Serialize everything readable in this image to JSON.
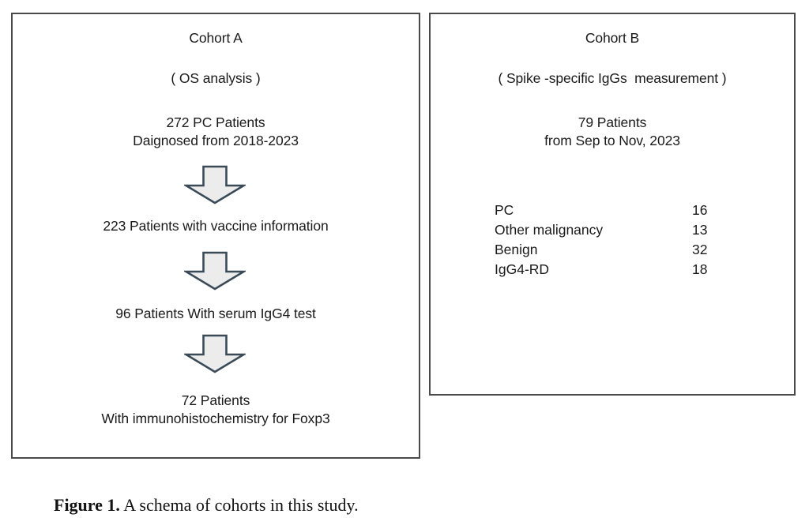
{
  "figure": {
    "caption_label": "Figure 1.",
    "caption_text": " A schema of cohorts in this study."
  },
  "colors": {
    "box_border": "#4a4a4a",
    "arrow_fill": "#ececed",
    "arrow_stroke": "#3a4a57",
    "text": "#1a1a1a",
    "background": "#ffffff"
  },
  "cohort_a": {
    "title": "Cohort A",
    "subtitle": "( OS analysis )",
    "steps": [
      "272 PC Patients\nDaignosed from 2018-2023",
      "223 Patients with vaccine information",
      "96 Patients With serum IgG4 test",
      "72 Patients\nWith immunohistochemistry for Foxp3"
    ],
    "arrows": [
      "down-arrow-icon",
      "down-arrow-icon",
      "down-arrow-icon"
    ]
  },
  "cohort_b": {
    "title": "Cohort B",
    "subtitle": "( Spike -specific IgGs  measurement )",
    "summary": "79 Patients\nfrom Sep to Nov, 2023",
    "breakdown": [
      {
        "label": "PC",
        "value": "16"
      },
      {
        "label": "Other malignancy",
        "value": "13"
      },
      {
        "label": "Benign",
        "value": "32"
      },
      {
        "label": "IgG4-RD",
        "value": "18"
      }
    ]
  }
}
